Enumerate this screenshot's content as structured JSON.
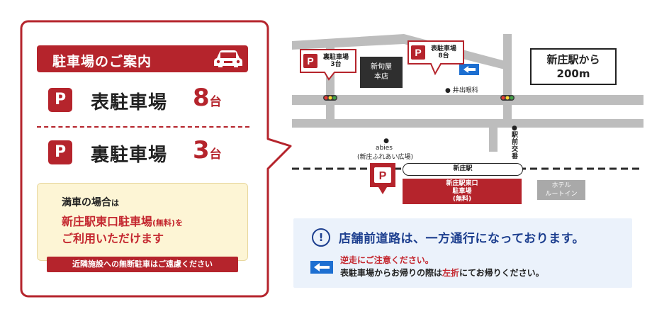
{
  "parking_info": {
    "header": "駐車場のご案内",
    "header_icon": "car-icon",
    "lots": [
      {
        "badge": "P",
        "name": "表駐車場",
        "count": "8",
        "unit": "台"
      },
      {
        "badge": "P",
        "name": "裏駐車場",
        "count": "3",
        "unit": "台"
      }
    ],
    "full_notice": {
      "line1_main": "満車の場合",
      "line1_small": "は",
      "line2_main": "新庄駅東口駐車場",
      "line2_paren": "(無料)",
      "line2_tail": "を",
      "line3": "ご利用いただけます"
    },
    "no_parking_notice": "近隣施設への無断駐車はご遠慮ください"
  },
  "map": {
    "distance_label_line1": "新庄駅から",
    "distance_label_line2": "200m",
    "shop_line1": "新旬屋",
    "shop_line2": "本店",
    "rear_lot_callout_line1": "裏駐車場",
    "rear_lot_callout_line2": "3台",
    "front_lot_callout_line1": "表駐車場",
    "front_lot_callout_line2": "8台",
    "landmark_clinic": "● 井出眼科",
    "landmark_abies_dot": "●",
    "landmark_abies": "abies",
    "landmark_abies_sub": "(新庄ふれあい広場)",
    "police_box_dot": "●",
    "police_box_label": "駅前交番",
    "station": "新庄駅",
    "east_lot_line1": "新庄駅東口",
    "east_lot_line2": "駐車場",
    "east_lot_line3": "(無料)",
    "hotel_line1": "ホテル",
    "hotel_line2": "ルートイン",
    "colors": {
      "brand_red": "#b5242c",
      "road_gray": "#bdbdbd",
      "shop_dark": "#2f2f2f",
      "oneway_blue": "#1d6fd1"
    }
  },
  "oneway_notice": {
    "icon": "!",
    "title": "店舗前道路は、一方通行になっております。",
    "warning": "逆走にご注意ください。",
    "text_before": "表駐車場からお帰りの際は",
    "text_highlight": "左折",
    "text_after": "にてお帰りください。"
  }
}
